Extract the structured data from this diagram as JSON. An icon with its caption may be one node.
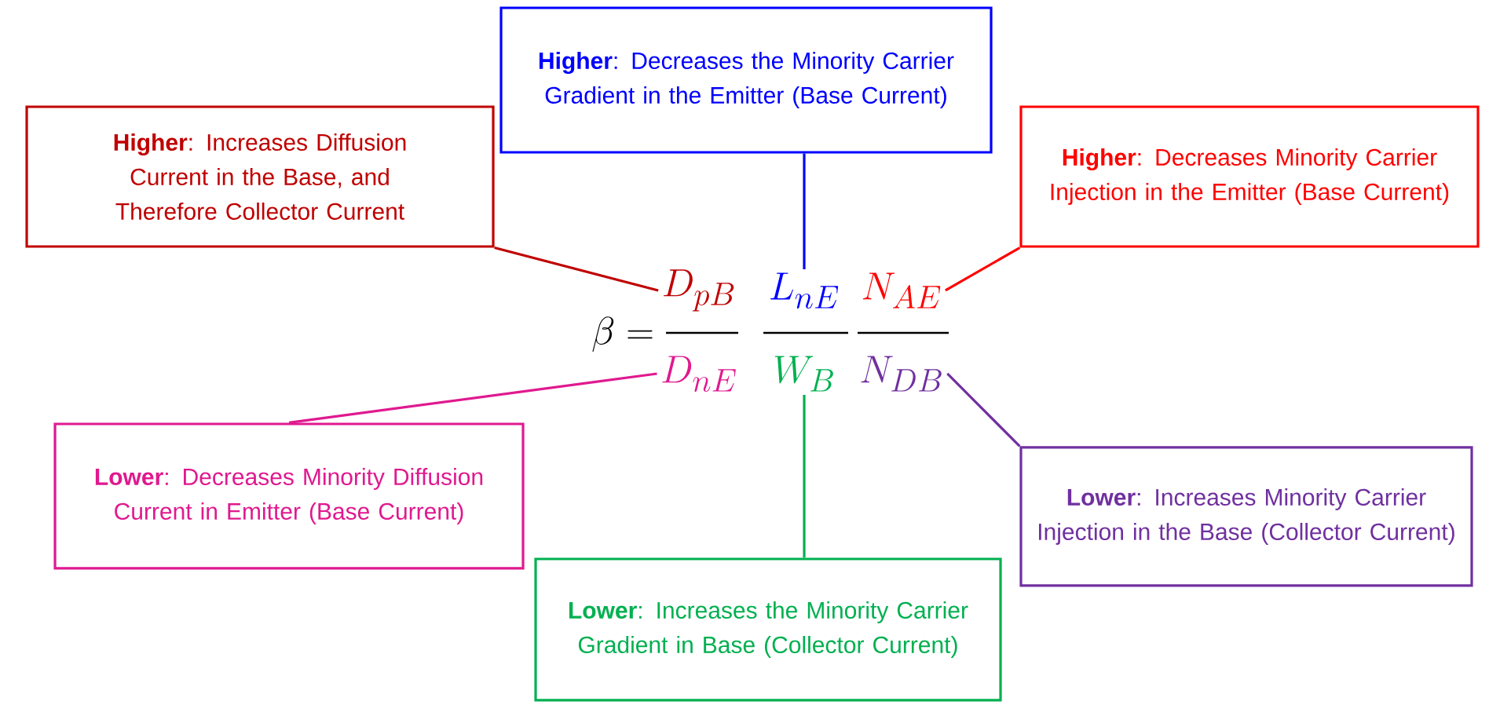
{
  "diagram": {
    "nodes": [
      {
        "text": [
          "**Higher**: Increases Diffusion Current in the Base, and Therefore Collector Current"
        ]
      },
      {
        "text": [
          "**Higher**: Decreases the Minority Carrier Gradient in the Emitter (Base Current)"
        ]
      },
      {
        "text": [
          "**Higher**: Decreases Minority Carrier Injection in the Emitter (Base Current)"
        ]
      },
      {
        "text": [
          "**Lower**: Decreases Minority Diffusion Current in Emitter (Base Current)"
        ]
      },
      {
        "text": [
          "**Lower**: Increases the Minority Carrier Gradient in Base (Collector Current)"
        ]
      },
      {
        "text": [
          "**Lower**: Increases Minority Carrier Injection in the Base (Collector Current)"
        ]
      },
      {
        "text": [
          "D_{pB}"
        ]
      },
      {
        "text": [
          "L_{nE}"
        ]
      },
      {
        "text": [
          "N_{AE}"
        ]
      },
      {
        "text": [
          "D_{nE}"
        ]
      },
      {
        "text": [
          "W_{B}"
        ]
      },
      {
        "text": [
          "N_{DB}"
        ]
      }
    ],
    "edges": [
      {
        "from": 0,
        "to": 6,
        "arrow": "none",
        "color": "#c00000"
      },
      {
        "from": 1,
        "to": 7,
        "arrow": "none",
        "color": "#0000ff"
      },
      {
        "from": 2,
        "to": 8,
        "arrow": "none",
        "color": "#ff0000"
      },
      {
        "from": 3,
        "to": 9,
        "arrow": "none",
        "color": "#e0198f"
      },
      {
        "from": 4,
        "to": 10,
        "arrow": "none",
        "color": "#00b050"
      },
      {
        "from": 5,
        "to": 11,
        "arrow": "none",
        "color": "#7030a0"
      }
    ],
    "labels": [
      "\\beta ="
    ]
  }
}
